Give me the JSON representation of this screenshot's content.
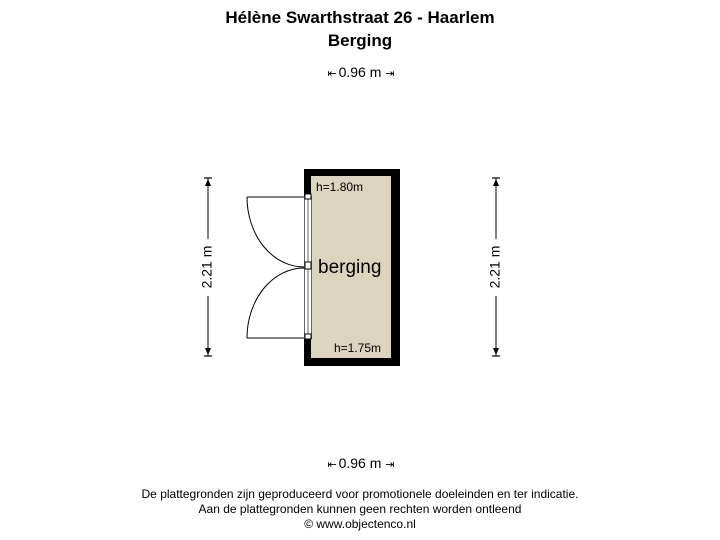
{
  "header": {
    "address": "Hélène Swarthstraat 26 - Haarlem",
    "floor": "Berging"
  },
  "plan": {
    "room_label": "berging",
    "height_top": "h=1.80m",
    "height_bottom": "h=1.75m",
    "dim_top": "0.96 m",
    "dim_bottom": "0.96 m",
    "dim_left": "2.21 m",
    "dim_right": "2.21 m",
    "colors": {
      "floor": "#ddd4bf",
      "wall": "#000000"
    }
  },
  "footer": {
    "line1": "De plattegronden zijn geproduceerd voor promotionele doeleinden en ter indicatie.",
    "line2": "Aan de plattegronden kunnen geen rechten worden ontleend",
    "line3": "© www.objectenco.nl"
  }
}
